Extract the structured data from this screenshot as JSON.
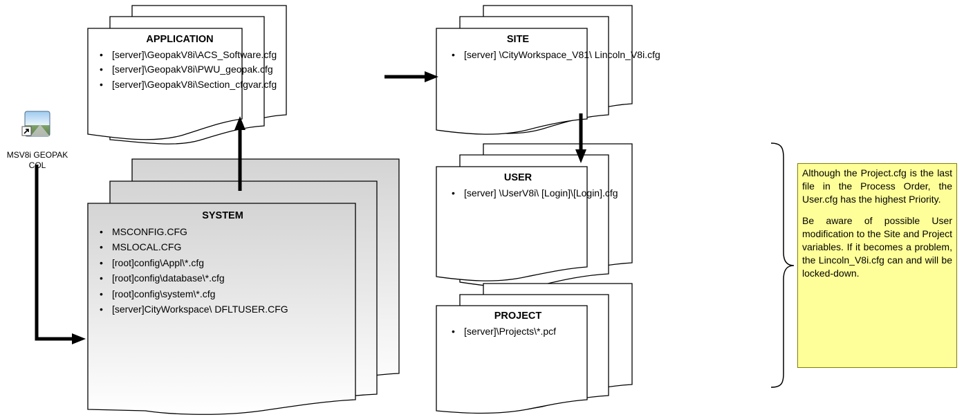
{
  "shortcut": {
    "icon": "desktop-shortcut-icon",
    "label": "MSV8i GEOPAK COL"
  },
  "boxes": {
    "application": {
      "title": "APPLICATION",
      "items": [
        "[server]\\GeopakV8i\\ACS_Software.cfg",
        "[server]\\GeopakV8i\\PWU_geopak.cfg",
        "[server]\\GeopakV8i\\Section_cfgvar.cfg"
      ]
    },
    "site": {
      "title": "SITE",
      "items": [
        "[server] \\CityWorkspace_V81\\ Lincoln_V8i.cfg"
      ]
    },
    "system": {
      "title": "SYSTEM",
      "items": [
        "MSCONFIG.CFG",
        "MSLOCAL.CFG",
        "[root]config\\Appl\\*.cfg",
        "[root]config\\database\\*.cfg",
        "[root]config\\system\\*.cfg",
        "[server]CityWorkspace\\ DFLTUSER.CFG"
      ]
    },
    "user": {
      "title": "USER",
      "items": [
        "[server] \\UserV8i\\ [Login]\\[Login].cfg"
      ]
    },
    "project": {
      "title": "PROJECT",
      "items": [
        "[server]\\Projects\\*.pcf"
      ]
    }
  },
  "note": {
    "paragraph1": "Although the Project.cfg is the last file in the Process Order, the User.cfg has the highest Priority.",
    "paragraph2": "Be aware of possible User modification to the Site and Project variables. If it becomes a problem, the Lincoln_V8i.cfg can and will be locked-down."
  },
  "colors": {
    "note_background": "#ffff99",
    "system_fill_top": "#d9d9d9",
    "system_fill_bottom": "#ffffff",
    "stroke": "#000000"
  }
}
